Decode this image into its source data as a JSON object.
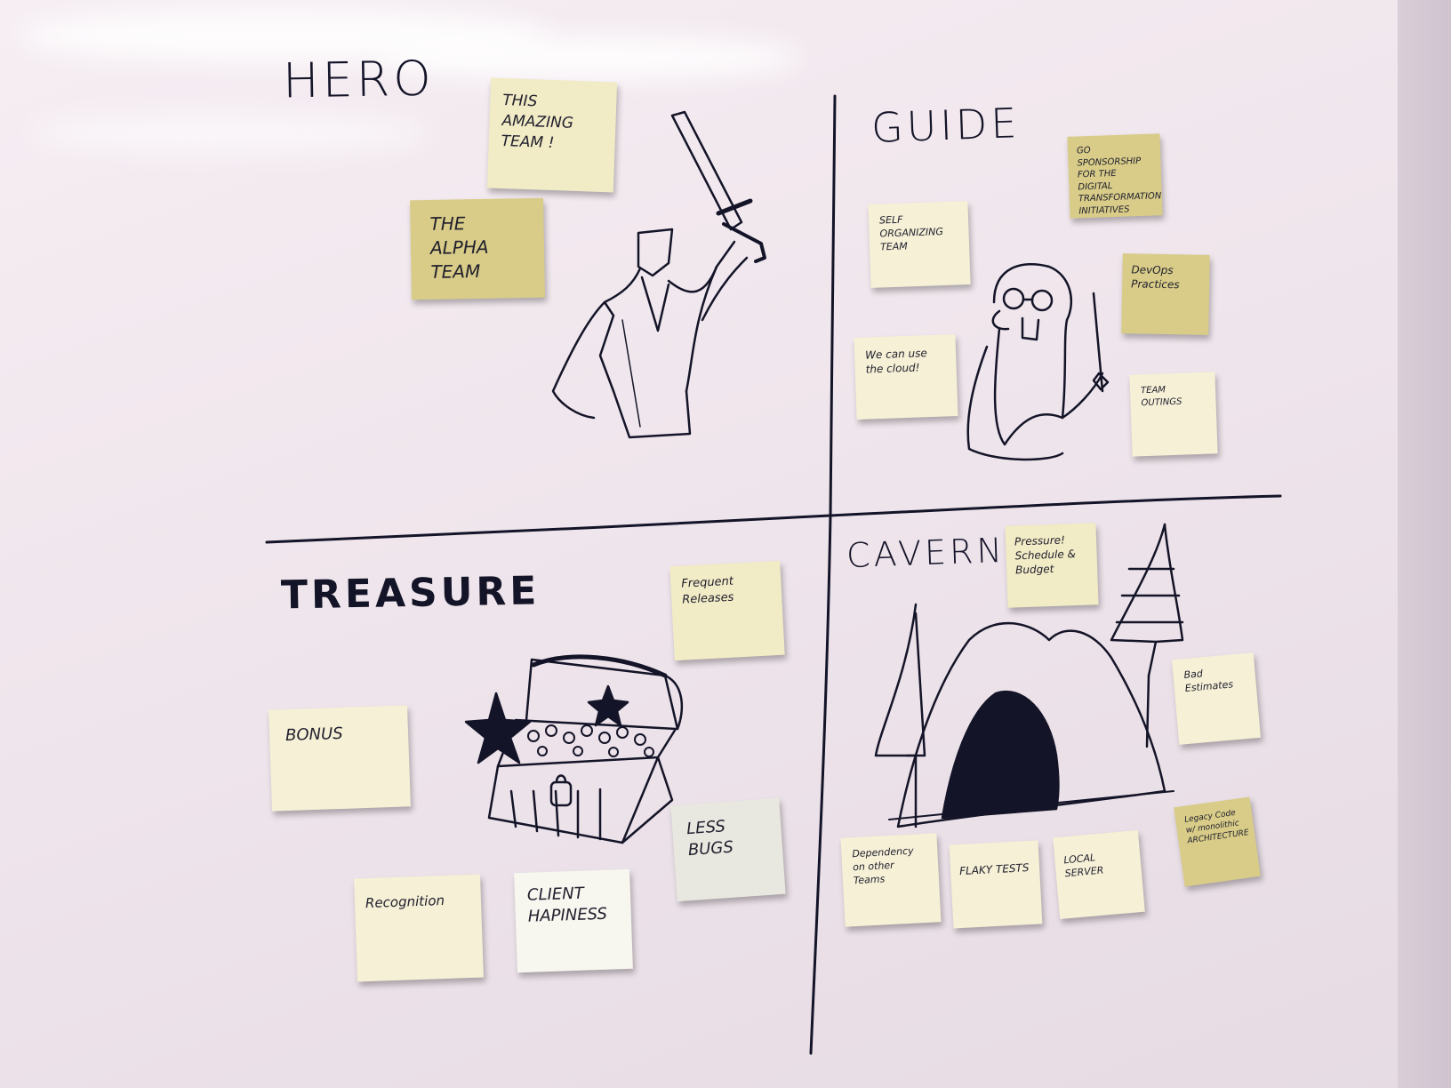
{
  "quadrants": {
    "hero": "HERO",
    "guide": "GUIDE",
    "treasure": "TREASURE",
    "cavern": "CAVERN"
  },
  "notes": {
    "amazing_team": "THIS AMAZING\nTEAM !",
    "alpha_team": "THE\nALPHA\nTEAM",
    "go_sponsorship": "GO SPONSORSHIP\nFOR THE DIGITAL\nTRANSFORMATION\nINITIATIVES",
    "self_organizing": "SELF ORGANIZING\nTEAM",
    "devops": "DevOps\nPractices",
    "cloud": "We can use\nthe cloud!",
    "outings": "TEAM OUTINGS",
    "frequent_releases": "Frequent Releases",
    "bonus": "BONUS",
    "less_bugs": "LESS\nBUGS",
    "recognition": "Recognition",
    "client_hapiness": "CLIENT\nHAPINESS",
    "pressure": "Pressure!\nSchedule &\nBudget",
    "bad_estimates": "Bad Estimates",
    "dependency": "Dependency\non other Teams",
    "flaky": "FLAKY TESTS",
    "local_server": "LOCAL SERVER",
    "legacy": "Legacy Code\nw/ monolithic\nARCHITECTURE"
  },
  "colors": {
    "ink": "#141428",
    "sticky_yellow": "#d8cc88",
    "sticky_light": "#f1ebc6",
    "sticky_cream": "#f5f0d6",
    "board": "#f3eaf0"
  }
}
